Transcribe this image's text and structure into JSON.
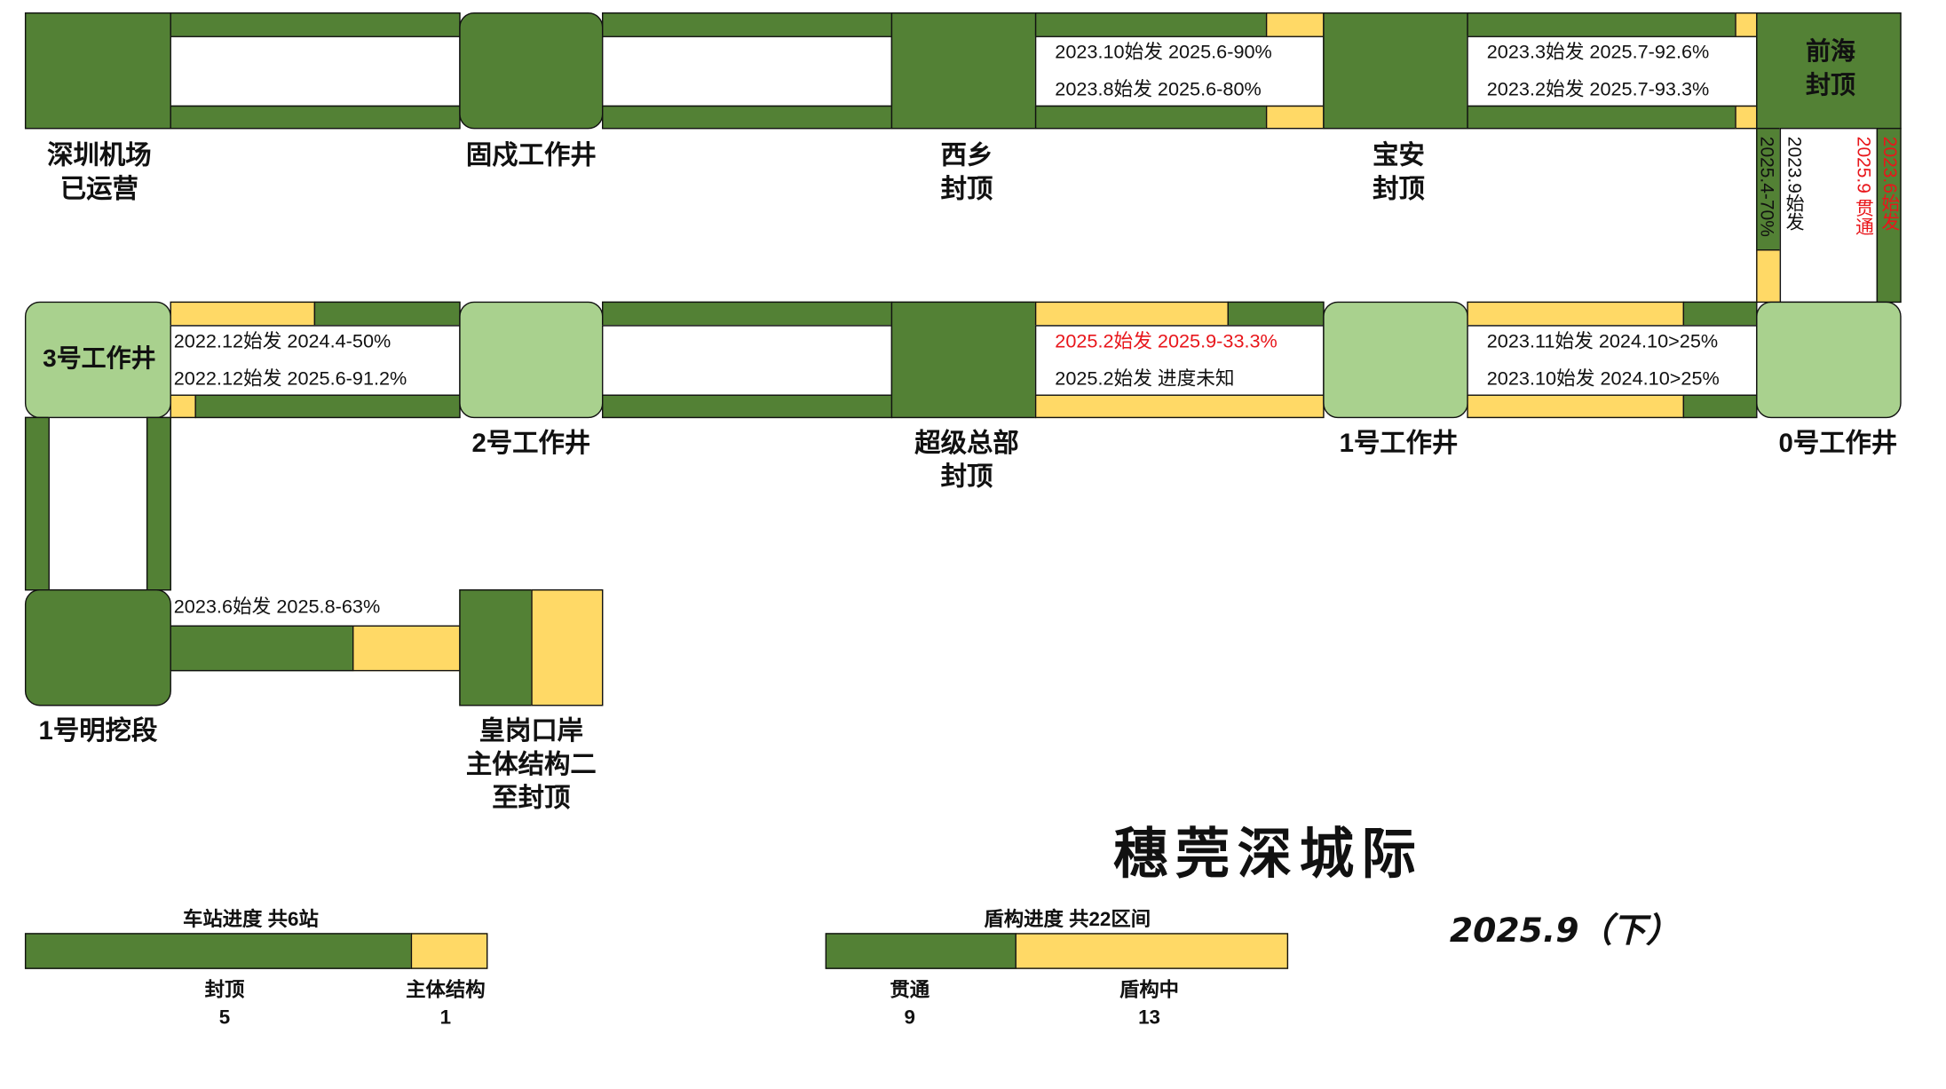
{
  "title": "穗莞深城际",
  "date": "2025.9（下）",
  "stations": {
    "airport": "深圳机场\n已运营",
    "guxu": "固戍工作井",
    "xixiang": "西乡\n封顶",
    "baoan": "宝安\n封顶",
    "qianhai": "前海\n封顶",
    "well3": "3号工作井",
    "well2": "2号工作井",
    "hq": "超级总部\n封顶",
    "well1": "1号工作井",
    "well0": "0号工作井",
    "cut1": "1号明挖段",
    "huanggang": "皇岗口岸\n主体结构二\n至封顶"
  },
  "sections": {
    "xixiang_baoan_top": "2023.10始发 2025.6-90%",
    "xixiang_baoan_bottom": "2023.8始发 2025.6-80%",
    "baoan_qianhai_top": "2023.3始发 2025.7-92.6%",
    "baoan_qianhai_bottom": "2023.2始发 2025.7-93.3%",
    "qianhai_v1": "2025.4-70%",
    "qianhai_v2": "2023.9始发",
    "qianhai_v3": "2025.9 贯通",
    "qianhai_v4": "2023.6始发",
    "w3_w2_top": "2022.12始发 2024.4-50%",
    "w3_w2_bottom": "2022.12始发 2025.6-91.2%",
    "hq_w1_top": "2025.2始发 2025.9-33.3%",
    "hq_w1_bottom": "2025.2始发 进度未知",
    "w1_w0_top": "2023.11始发 2024.10>25%",
    "w1_w0_bottom": "2023.10始发 2024.10>25%",
    "cut_hg": "2023.6始发 2025.8-63%"
  },
  "legend": {
    "station_title": "车站进度 共6站",
    "station_capped_label": "封顶",
    "station_capped_count": 5,
    "station_main_label": "主体结构",
    "station_main_count": 1,
    "shield_title": "盾构进度 共22区间",
    "shield_done_label": "贯通",
    "shield_done_count": 9,
    "shield_wip_label": "盾构中",
    "shield_wip_count": 13
  },
  "colors": {
    "dark_green": "#538135",
    "light_green": "#a9d18e",
    "yellow": "#ffd966",
    "red_text": "#e8161b"
  }
}
